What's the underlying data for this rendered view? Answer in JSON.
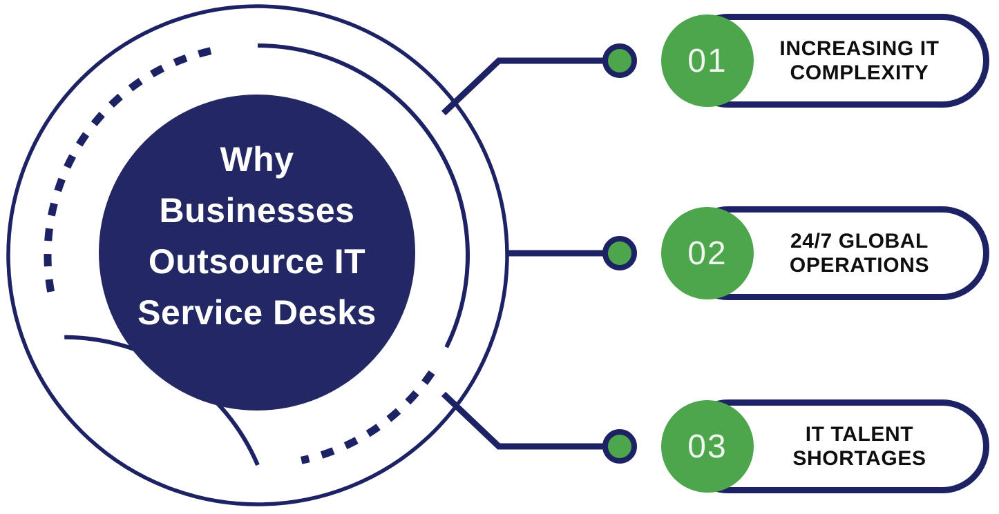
{
  "center": {
    "title_lines": [
      "Why",
      "Businesses",
      "Outsource IT",
      "Service Desks"
    ]
  },
  "items": [
    {
      "number": "01",
      "label_lines": [
        "INCREASING IT",
        "COMPLEXITY"
      ]
    },
    {
      "number": "02",
      "label_lines": [
        "24/7 GLOBAL",
        "OPERATIONS"
      ]
    },
    {
      "number": "03",
      "label_lines": [
        "IT TALENT",
        "SHORTAGES"
      ]
    }
  ],
  "colors": {
    "navy": "#1d2264",
    "navy_fill": "#232864",
    "green": "#4da64c",
    "label_text": "#0e0e0e",
    "number_text": "#eef6ee",
    "background": "#ffffff"
  }
}
